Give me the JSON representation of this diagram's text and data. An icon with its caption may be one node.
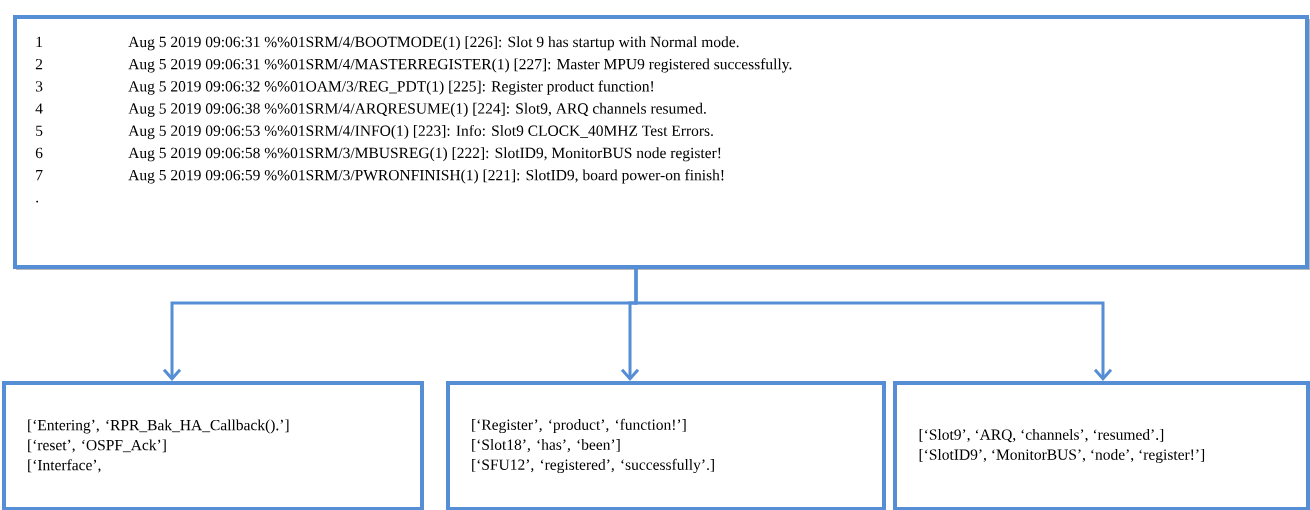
{
  "diagram": {
    "nodes": [
      {
        "text": [
          "1",
          "Aug  5 2019 09:06:31  %%01SRM/4/BOOTMODE(1) [226]: Slot 9 has startup with Normal mode.",
          "2",
          "Aug  5 2019 09:06:31  %%01SRM/4/MASTERREGISTER(1) [227]: Master MPU9 registered successfully.",
          "3",
          "Aug  5 2019 09:06:32  %%01OAM/3/REG_PDT(1) [225]: Register product function!",
          "4",
          "Aug  5 2019 09:06:38  %%01SRM/4/ARQRESUME(1) [224]: Slot9, ARQ channels resumed.",
          "5",
          "Aug  5 2019 09:06:53  %%01SRM/4/INFO(1) [223]: Info: Slot9 CLOCK_40MHZ Test Errors.",
          "6",
          "Aug  5 2019 09:06:58  %%01SRM/3/MBUSREG(1) [222]: SlotID9, MonitorBUS node register!",
          "7",
          "Aug  5 2019 09:06:59  %%01SRM/3/PWRONFINISH(1) [221]: SlotID9, board power-on finish!",
          "."
        ]
      },
      {
        "text": [
          "[‘Entering’, ‘RPR_Bak_HA_Callback().’]",
          "[‘reset’, ‘OSPF_Ack’]",
          "[‘Interface’,"
        ]
      },
      {
        "text": [
          "[‘Register’, ‘product’, ‘function!’]",
          "[‘Slot18’, ‘has’, ‘been’]",
          "[‘SFU12’, ‘registered’, ‘successfully’.]"
        ]
      },
      {
        "text": [
          "[‘Slot9’, ‘ARQ, ‘channels’, ‘resumed’.]",
          "[‘SlotID9’, ‘MonitorBUS’, ‘node’, ‘register!’]"
        ]
      }
    ],
    "edges": [
      {
        "from": 0,
        "to": 1,
        "arrow": "to"
      },
      {
        "from": 0,
        "to": 2,
        "arrow": "to"
      },
      {
        "from": 0,
        "to": 3,
        "arrow": "to"
      }
    ]
  }
}
